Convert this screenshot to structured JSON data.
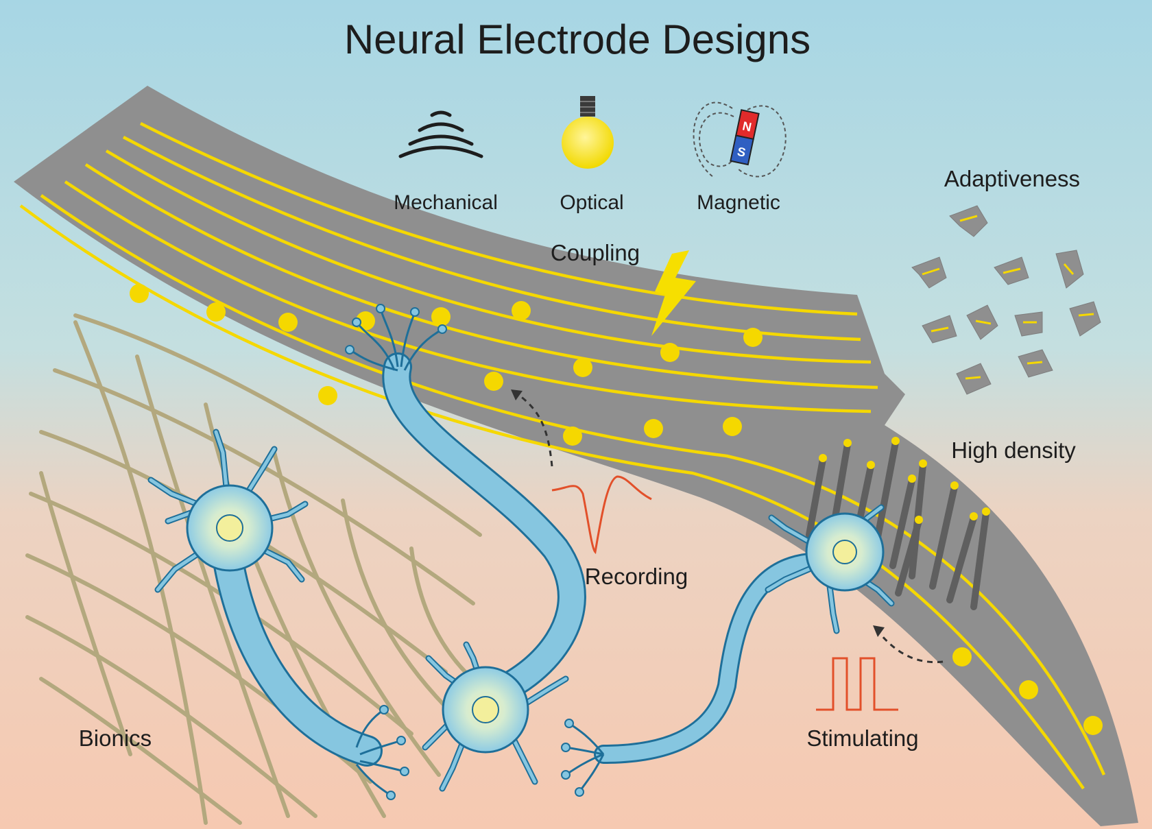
{
  "title": "Neural Electrode Designs",
  "labels": {
    "mechanical": "Mechanical",
    "optical": "Optical",
    "magnetic": "Magnetic",
    "coupling": "Coupling",
    "adaptiveness": "Adaptiveness",
    "high_density": "High density",
    "recording": "Recording",
    "stimulating": "Stimulating",
    "bionics": "Bionics"
  },
  "magnet": {
    "north": "N",
    "south": "S"
  },
  "colors": {
    "sky": "#a9d6e3",
    "skin": "#f5cbb4",
    "ribbon": "#8e8e8e",
    "trace": "#f5d800",
    "neuron": "#86c6e0",
    "neuron_outline": "#1e6f99",
    "signal": "#e2502a",
    "mesh": "#b8ad84",
    "bolt": "#f6df00"
  },
  "icons": [
    "sound-wave-icon",
    "light-bulb-icon",
    "magnet-icon",
    "lightning-bolt-icon"
  ]
}
